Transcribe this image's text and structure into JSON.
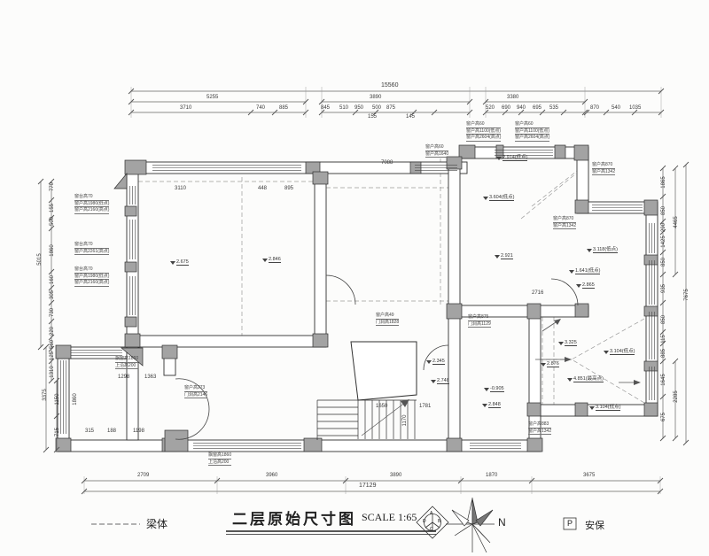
{
  "title_block": {
    "title": "二层原始尺寸图",
    "scale": "SCALE 1:65",
    "north": "N",
    "beam_legend": "梁体",
    "security_symbol": "P",
    "security_label": "安保",
    "logo": {
      "top": "A",
      "left": "D",
      "right": "B",
      "bottom": "C"
    }
  },
  "dims": {
    "top": {
      "overall": "15560",
      "row2": [
        "5255",
        "3890",
        "3380"
      ],
      "row3": [
        "3710",
        "740",
        "885",
        "845",
        "510",
        "950",
        "500",
        "875",
        "520",
        "690",
        "940",
        "695",
        "535",
        "870",
        "540",
        "1035"
      ],
      "sub": [
        "155",
        "145"
      ]
    },
    "bottom": {
      "row": [
        "2709",
        "3960",
        "3890",
        "1870",
        "3675"
      ],
      "overall": "17129"
    },
    "left": {
      "chain": [
        "770",
        "155",
        "500",
        "1860",
        "160",
        "305",
        "730",
        "220",
        "560",
        "125",
        "1310"
      ],
      "lower": [
        "1150",
        "715"
      ],
      "overall_upper": "5015",
      "overall_lower": "3375"
    },
    "right": {
      "chain": [
        "1865",
        "850",
        "290",
        "1425",
        "850",
        "935",
        "850",
        "115",
        "885",
        "1645",
        "675"
      ],
      "overall_a": "4465",
      "overall_b": "7675",
      "overall_c": "2285"
    },
    "interior": [
      "3110",
      "448",
      "895",
      "7088",
      "1650",
      "1781",
      "1170",
      "2716",
      "1298",
      "1363",
      "315",
      "188",
      "1198",
      "1860"
    ]
  },
  "elev": {
    "e1": "2.675",
    "e2": "2.846",
    "e3": "2.921",
    "e4": "2.914(低点)",
    "e5": "3.604(低点)",
    "e6": "2.748",
    "e7": "-0.905",
    "e8": "2.848",
    "e9": "2.345",
    "e10": "2.876",
    "e11": "3.325",
    "e12": "3.104(低点)",
    "e13": "4.851(最高点)",
    "e14": "3.104(低点)",
    "e15": "3.118(低点)",
    "e16": "2.865",
    "e17": "1.641(低点)"
  },
  "ann": {
    "a": [
      "窗台高70",
      "窗户高1980(低点)",
      "窗户高2160(高点)"
    ],
    "b": [
      "窗台高70",
      "窗户高2261(高点)"
    ],
    "c": [
      "窗台高70",
      "窗户高1980(低点)",
      "窗户高2160(高点)"
    ],
    "d": [
      "窗户高60",
      "窗户高1640"
    ],
    "e": [
      "窗户高60",
      "窗户高1100(低点)",
      "窗户高2604(高点)"
    ],
    "f": [
      "窗户高60",
      "窗户高1100(低点)",
      "窗户高2604(高点)"
    ],
    "g": [
      "窗户高870",
      "窗户高1342"
    ],
    "h": [
      "窗户高870",
      "窗户高1342"
    ],
    "i": [
      "窗户高875",
      "门洞高1129"
    ],
    "j": [
      "飘窗高1860",
      "上沿高200"
    ],
    "k": [
      "窗户高273",
      "门洞高2146"
    ],
    "l": [
      "飘窗高1860",
      "上沿高200"
    ],
    "m": [
      "窗户高883",
      "窗户高1342"
    ],
    "n": [
      "窗户高49",
      "门洞高1828"
    ]
  }
}
